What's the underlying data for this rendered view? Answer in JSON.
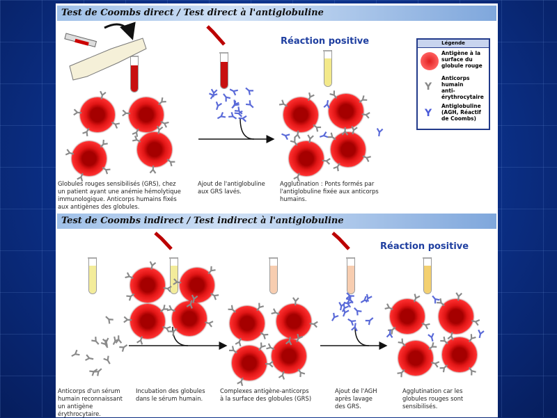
{
  "direct": {
    "title": "Test de Coombs direct / Test direct à l'antiglobuline",
    "reaction": "Réaction positive",
    "captions": [
      "Globules rouges sensibilisés (GRS), chez\nun patient ayant une anémie hémolytique\nimmunologique. Anticorps humains fixés\naux antigènes des globules.",
      "Ajout de l'antiglobuline\naux GRS lavés.",
      "Agglutination : Ponts formés par\nl'antiglobuline fixée aux anticorps\nhumains."
    ]
  },
  "legend": {
    "title": "Légende",
    "items": [
      "Antigène à la\nsurface du\nglobule rouge",
      "Anticorps\nhumain\nanti-\nérythrocytaire",
      "Antiglobuline\n(AGH, Réactif\nde Coombs)"
    ]
  },
  "indirect": {
    "title": "Test de Coombs indirect / Test indirect à l'antiglobuline",
    "reaction": "Réaction positive",
    "captions": [
      "Anticorps d'un sérum\nhumain reconnaissant\nun antigène\nérythrocytaire.",
      "Incubation des globules\ndans le sérum humain.",
      "Complexes antigène-anticorps\nà la surface des globules (GRS)",
      "Ajout de l'AGH\naprès lavage\ndes GRS.",
      "Agglutination car les\nglobules rouges sont\nsensibilisés."
    ]
  },
  "colors": {
    "antibody": "#8a8a8a",
    "antiglobulin": "#5a6ad8",
    "cell": "#e01515",
    "header": "#9fc0e8"
  }
}
